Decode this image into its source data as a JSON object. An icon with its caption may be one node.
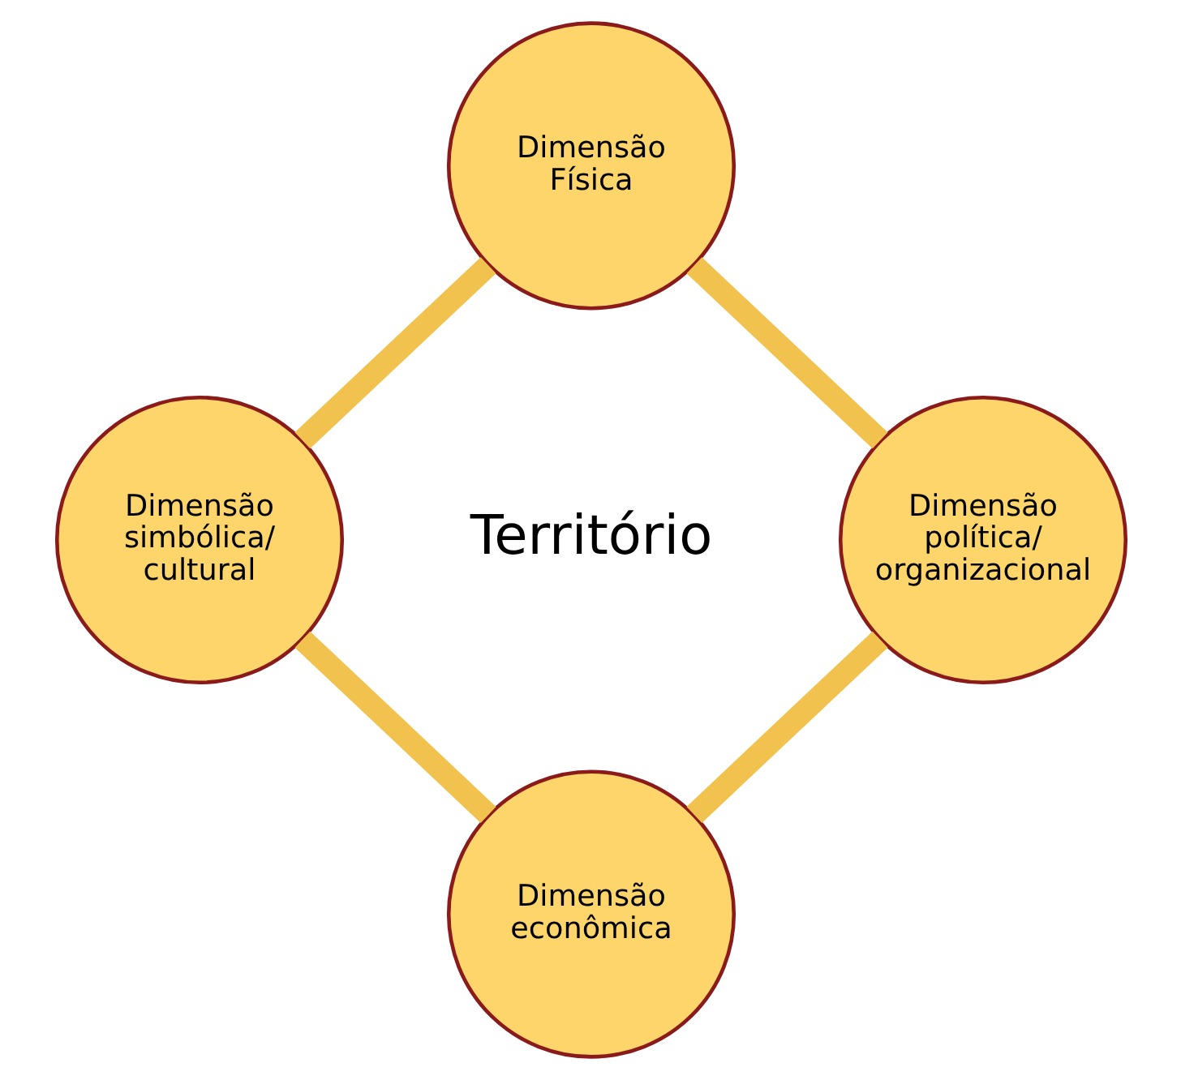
{
  "diagram": {
    "nodes": [
      {
        "text": [
          "Dimensão Física"
        ]
      },
      {
        "text": [
          "Dimensão simbólica/ cultural"
        ]
      },
      {
        "text": [
          "Dimensão política/ organizacional"
        ]
      },
      {
        "text": [
          "Dimensão econômica"
        ]
      }
    ],
    "edges": [
      {
        "from": 0,
        "to": 2,
        "arrow": "none"
      },
      {
        "from": 2,
        "to": 3,
        "arrow": "none"
      },
      {
        "from": 3,
        "to": 1,
        "arrow": "none"
      },
      {
        "from": 1,
        "to": 0,
        "arrow": "none"
      }
    ],
    "labels": [
      "Território"
    ]
  }
}
